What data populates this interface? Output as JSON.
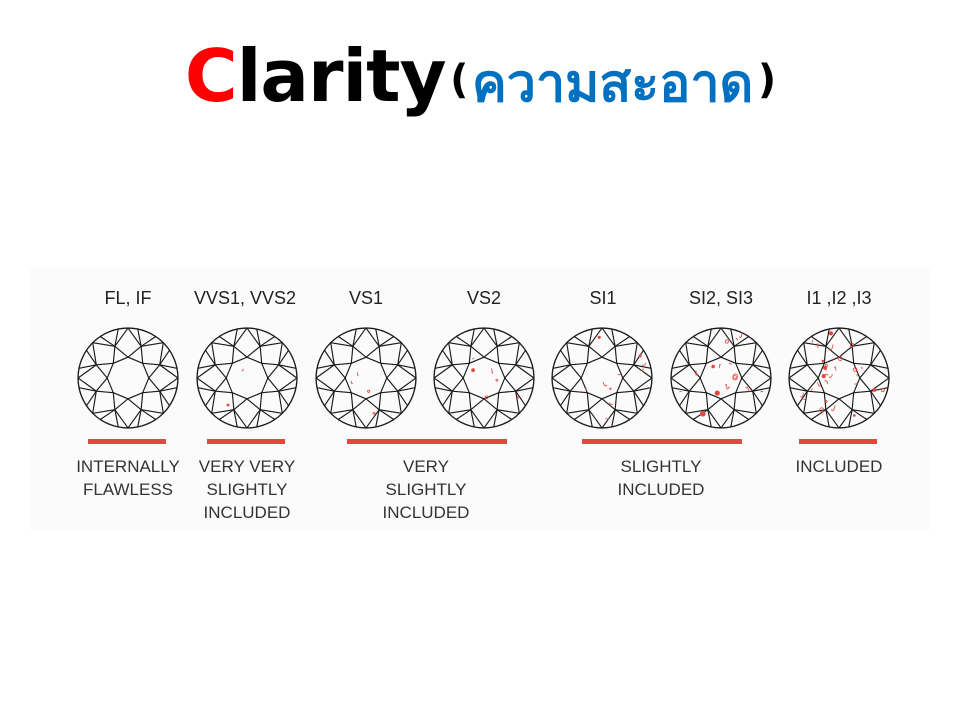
{
  "title": {
    "letter_c": "C",
    "rest": "larity",
    "paren_open": "(",
    "thai": "ความสะอาด",
    "paren_close": ")"
  },
  "colors": {
    "title_c": "#ff0000",
    "title_thai": "#0070c0",
    "bar": "#e4473c",
    "inclusion": "#e4473c"
  },
  "grades": [
    "FL, IF",
    "VVS1, VVS2",
    "VS1",
    "VS2",
    "SI1",
    "SI2, SI3",
    "I1 ,I2 ,I3"
  ],
  "categories": [
    "INTERNALLY\nFLAWLESS",
    "VERY VERY\nSLIGHTLY\nINCLUDED",
    "VERY\nSLIGHTLY\nINCLUDED",
    "SLIGHTLY\nINCLUDED",
    "INCLUDED"
  ]
}
